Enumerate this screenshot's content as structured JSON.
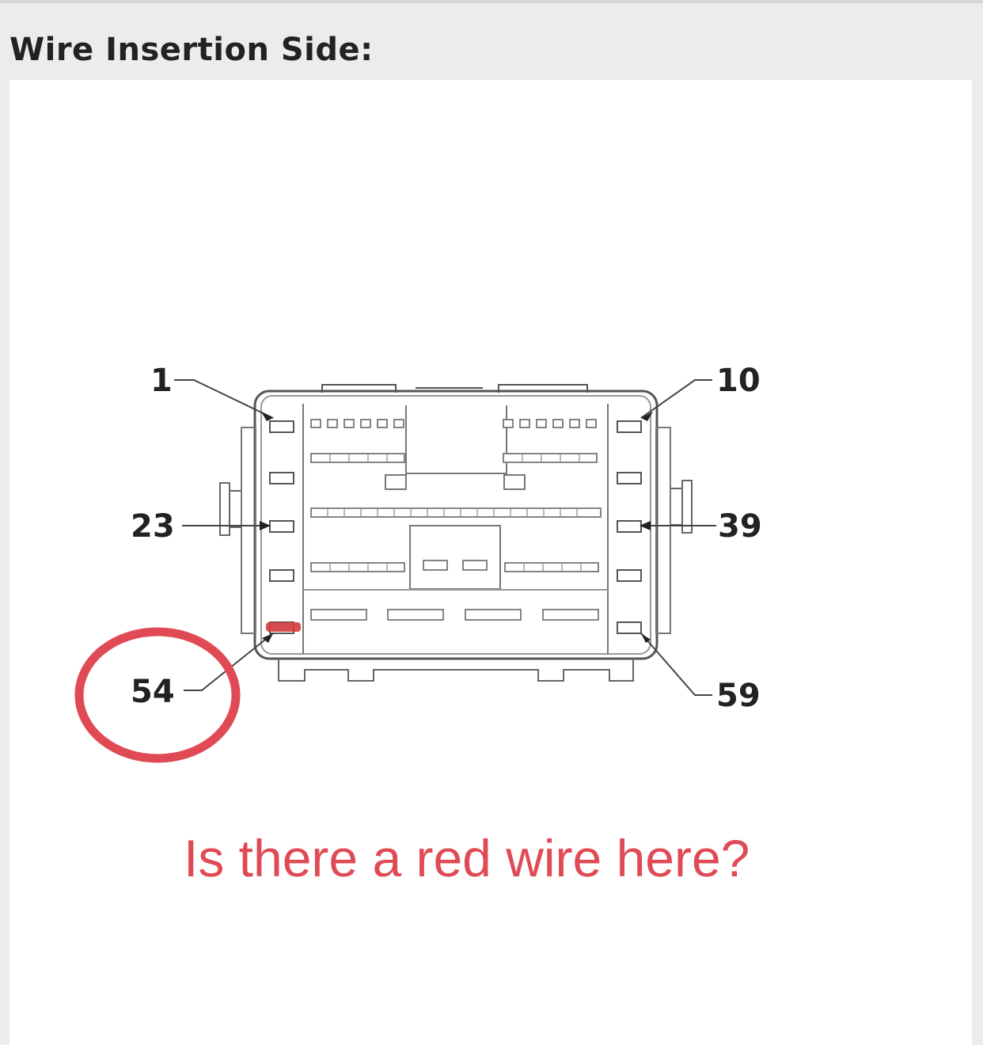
{
  "section": {
    "title": "Wire Insertion Side:"
  },
  "pin_labels": {
    "pin_1": "1",
    "pin_10": "10",
    "pin_23": "23",
    "pin_39": "39",
    "pin_54": "54",
    "pin_59": "59"
  },
  "annotation": {
    "question": "Is there a red wire here?",
    "color": "#e04a55"
  },
  "colors": {
    "wire_highlight": "#d43a3a",
    "outline": "#555555"
  }
}
